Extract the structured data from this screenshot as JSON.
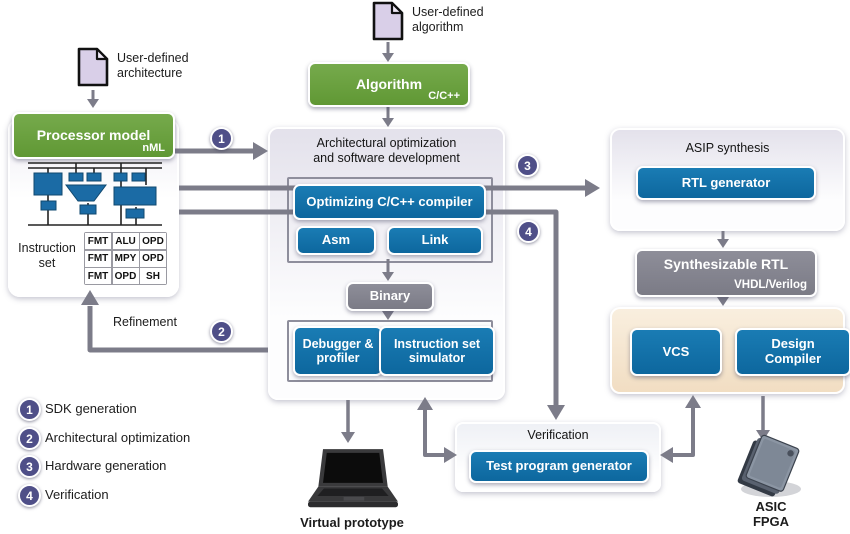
{
  "colors": {
    "green": "#68a03c",
    "blue": "#0e6ea7",
    "gray_box": "#83838f",
    "circle_purple": "#4f4f88",
    "arrow_gray": "#7c7c89",
    "cream_panel": "#f5e6cf",
    "doc_fill": "#d9cfe8"
  },
  "icons": {
    "architecture": "document-icon",
    "algorithm": "document-icon",
    "virtual_prototype": "laptop-icon",
    "chip": "chip-icon"
  },
  "docs": {
    "architecture_label": "User-defined\narchitecture",
    "algorithm_label": "User-defined\nalgorithm"
  },
  "processor_box": {
    "label": "Processor model",
    "tag": "nML"
  },
  "algorithm_box": {
    "label": "Algorithm",
    "tag": "C/C++"
  },
  "instruction_set": {
    "label": "Instruction\nset",
    "table": [
      [
        "FMT",
        "ALU",
        "OPD"
      ],
      [
        "FMT",
        "MPY",
        "OPD"
      ],
      [
        "FMT",
        "OPD",
        "SH"
      ]
    ]
  },
  "sdk_panel": {
    "title": "Architectural optimization\nand software development",
    "compiler": "Optimizing C/C++ compiler",
    "asm": "Asm",
    "link": "Link",
    "binary": "Binary",
    "debugger": "Debugger & profiler",
    "iss": "Instruction set simulator"
  },
  "asip_panel": {
    "title": "ASIP synthesis",
    "rtl_generator": "RTL generator"
  },
  "synth_rtl": {
    "label": "Synthesizable RTL",
    "tag": "VHDL/Verilog"
  },
  "impl_panel": {
    "vcs": "VCS",
    "design_compiler": "Design Compiler"
  },
  "verification_panel": {
    "title": "Verification",
    "test_program_generator": "Test program generator"
  },
  "outputs": {
    "virtual_prototype": "Virtual prototype",
    "chip": "ASIC\nFPGA"
  },
  "refinement_label": "Refinement",
  "steps": [
    {
      "num": "1",
      "label": "SDK generation"
    },
    {
      "num": "2",
      "label": "Architectural optimization"
    },
    {
      "num": "3",
      "label": "Hardware generation"
    },
    {
      "num": "4",
      "label": "Verification"
    }
  ]
}
